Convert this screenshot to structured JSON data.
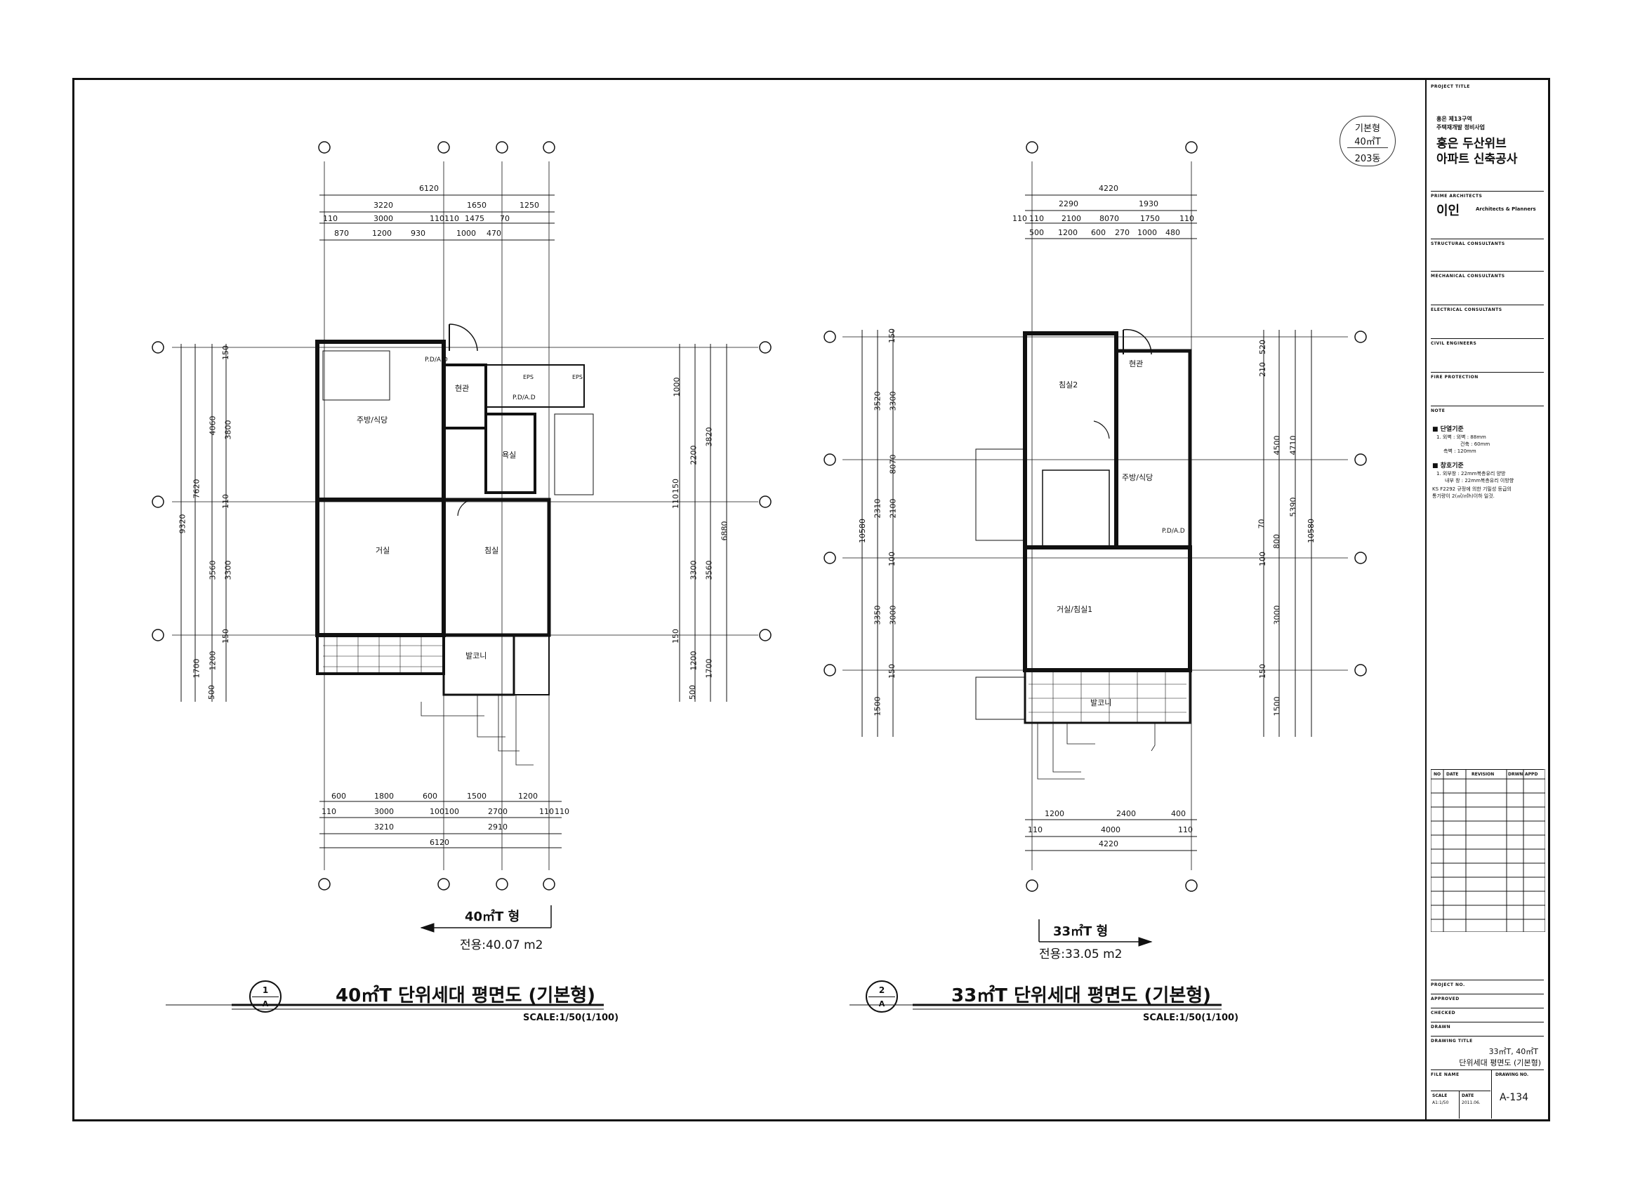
{
  "stamp": {
    "line1": "기본형",
    "line2": "40㎡T",
    "line3": "203동"
  },
  "title_block": {
    "project_title_label": "PROJECT TITLE",
    "project_small1": "홍은 제13구역",
    "project_small2": "주택재개발 정비사업",
    "project_name1": "홍은 두산위브",
    "project_name2": "아파트 신축공사",
    "architects_label": "PRIME ARCHITECTS",
    "architect_logo": "이인",
    "architect_name": "Architects & Planners",
    "structural_label": "STRUCTURAL CONSULTANTS",
    "mechanical_label": "MECHANICAL CONSULTANTS",
    "electrical_label": "ELECTRICAL CONSULTANTS",
    "civil_label": "CIVIL ENGINEERS",
    "fire_label": "FIRE PROTECTION",
    "note_label": "NOTE",
    "note_1": "■ 단열기준",
    "note_2": "1. 외벽 : 외벽 : 88mm",
    "note_3": "건축 : 60mm",
    "note_4": "측벽 : 120mm",
    "note_5": "■ 창호기준",
    "note_6": "1. 외부창 : 22mm복층유리 양방",
    "note_7": "내부 창 : 22mm복층유리 이방향",
    "note_8": "KS F2292 규정에 의한 기밀성 등급의",
    "note_9": "통기량이 2(㎥/㎡h)이하 일것.",
    "rev_headers": [
      "NO",
      "DATE",
      "REVISION",
      "DRWN",
      "APPD"
    ],
    "project_no_label": "PROJECT NO.",
    "approved_label": "APPROVED",
    "checked_label": "CHECKED",
    "drawn_label": "DRAWN",
    "drawing_title_label": "DRAWING TITLE",
    "drawing_title1": "33㎡T, 40㎡T",
    "drawing_title2": "단위세대 평면도 (기본형)",
    "file_name_label": "FILE NAME",
    "drawing_no_label": "DRAWING NO.",
    "scale_label": "SCALE",
    "scale_value": "A1:1/50",
    "date_label": "DATE",
    "date_value": "2011.06.",
    "drawing_no": "A-134"
  },
  "plan1": {
    "type_label": "40㎡T 형",
    "area": "전용:40.07 m2",
    "title": "40㎡T 단위세대 평면도 (기본형)",
    "scale": "SCALE:1/50(1/100)",
    "bubble_num": "1",
    "bubble_letter": "A",
    "dims_top_total": "6120",
    "dims_top_2": [
      "3220",
      "1650",
      "1250"
    ],
    "dims_top_3": [
      "110",
      "3000",
      "110110",
      "1475",
      "70"
    ],
    "dims_top_4": [
      "870",
      "1200",
      "930",
      "1000",
      "470"
    ],
    "dims_bot_1": [
      "600",
      "1800",
      "600",
      "1500",
      "1200"
    ],
    "dims_bot_2": [
      "110",
      "3000",
      "100100",
      "2700",
      "110",
      "110"
    ],
    "dims_bot_3": [
      "3210",
      "2910"
    ],
    "dims_bot_total": "6120",
    "dims_left_total": "9320",
    "dims_left_2": [
      "7620",
      "1700"
    ],
    "dims_left_3": [
      "4060",
      "3560",
      "1200",
      "500"
    ],
    "dims_left_4": [
      "150",
      "3800",
      "110",
      "3300",
      "150"
    ],
    "dims_right_total": "6880",
    "dims_right_2": [
      "3820",
      "3560",
      "1700"
    ],
    "dims_right_3": [
      "2200",
      "3300",
      "1200",
      "500"
    ],
    "dims_right_4": [
      "1000",
      "150",
      "110",
      "150"
    ],
    "rooms": [
      "주방/식당",
      "현관",
      "욕실",
      "거실",
      "침실",
      "발코니",
      "P.D/A.D",
      "P.D/A.D",
      "EPS",
      "EPS"
    ]
  },
  "plan2": {
    "type_label": "33㎡T 형",
    "area": "전용:33.05 m2",
    "title": "33㎡T 단위세대 평면도 (기본형)",
    "scale": "SCALE:1/50(1/100)",
    "bubble_num": "2",
    "bubble_letter": "A",
    "dims_top_total": "4220",
    "dims_top_2": [
      "2290",
      "1930"
    ],
    "dims_top_3": [
      "110",
      "110",
      "2100",
      "8070",
      "1750",
      "110"
    ],
    "dims_top_4": [
      "500",
      "1200",
      "600",
      "270",
      "1000",
      "480"
    ],
    "dims_bot_1": [
      "1200",
      "2400",
      "400"
    ],
    "dims_bot_2": [
      "110",
      "4000",
      "110"
    ],
    "dims_bot_total": "4220",
    "dims_left_total": "10580",
    "dims_left_2": [
      "3520",
      "2310",
      "3350",
      "1500"
    ],
    "dims_left_3": [
      "3300",
      "2100",
      "3000"
    ],
    "dims_left_4": [
      "150",
      "8070",
      "100",
      "150"
    ],
    "dims_right_total": "10580",
    "dims_right_2": [
      "4710",
      "5390"
    ],
    "dims_right_3": [
      "4500",
      "800",
      "3000",
      "1500"
    ],
    "dims_right_4": [
      "520",
      "210",
      "70",
      "100",
      "150"
    ],
    "rooms": [
      "현관",
      "침실2",
      "주방/식당",
      "P.D/A.D",
      "거실/침실1",
      "발코니"
    ]
  }
}
